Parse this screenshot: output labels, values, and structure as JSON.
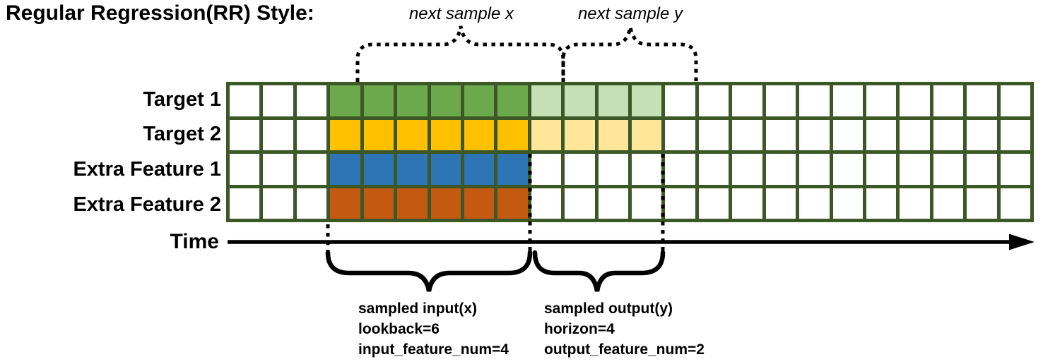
{
  "title": "Regular Regression(RR) Style:",
  "annotations": {
    "next_sample_x": "next sample x",
    "next_sample_y": "next sample y",
    "input": {
      "lines": [
        "sampled input(x)",
        "lookback=6",
        "input_feature_num=4"
      ]
    },
    "output": {
      "lines": [
        "sampled output(y)",
        "horizon=4",
        "output_feature_num=2"
      ]
    }
  },
  "time_axis": {
    "label": "Time"
  },
  "colors": {
    "grid_border": "#3D5827",
    "input_green": "#6CA94C",
    "output_green": "#C5E0B4",
    "input_gold": "#FFC000",
    "output_gold": "#FFE699",
    "input_blue": "#2E75B6",
    "input_orange": "#C45911",
    "empty": "#FFFFFF"
  },
  "grid": {
    "columns": 24,
    "rows": [
      {
        "label": "Target 1",
        "segments": [
          [
            "empty",
            3
          ],
          [
            "input_green",
            6
          ],
          [
            "output_green",
            4
          ],
          [
            "empty",
            11
          ]
        ]
      },
      {
        "label": "Target 2",
        "segments": [
          [
            "empty",
            3
          ],
          [
            "input_gold",
            6
          ],
          [
            "output_gold",
            4
          ],
          [
            "empty",
            11
          ]
        ]
      },
      {
        "label": "Extra Feature 1",
        "segments": [
          [
            "empty",
            3
          ],
          [
            "input_blue",
            6
          ],
          [
            "empty",
            15
          ]
        ]
      },
      {
        "label": "Extra Feature 2",
        "segments": [
          [
            "empty",
            3
          ],
          [
            "input_orange",
            6
          ],
          [
            "empty",
            15
          ]
        ]
      }
    ]
  }
}
